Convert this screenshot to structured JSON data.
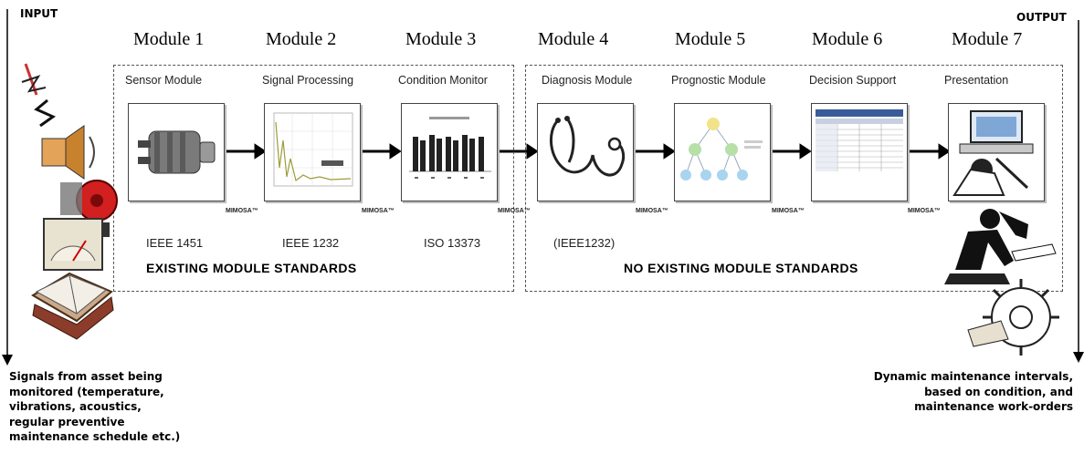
{
  "input_label": "INPUT",
  "output_label": "OUTPUT",
  "modules": [
    {
      "title": "Module 1",
      "subtitle": "Sensor Module",
      "image": "sensor-device-icon"
    },
    {
      "title": "Module 2",
      "subtitle": "Signal Processing",
      "image": "signal-plot-icon"
    },
    {
      "title": "Module 3",
      "subtitle": "Condition Monitor",
      "image": "bar-chart-icon"
    },
    {
      "title": "Module 4",
      "subtitle": "Diagnosis Module",
      "image": "stethoscope-icon"
    },
    {
      "title": "Module 5",
      "subtitle": "Prognostic Module",
      "image": "tree-diagram-icon"
    },
    {
      "title": "Module 6",
      "subtitle": "Decision Support",
      "image": "spreadsheet-icon"
    },
    {
      "title": "Module 7",
      "subtitle": "Presentation",
      "image": "presentation-icon"
    }
  ],
  "mimosa_label": "MIMOSA™",
  "standards": [
    "IEEE 1451",
    "IEEE 1232",
    "ISO 13373",
    "(IEEE1232)"
  ],
  "existing_heading": "EXISTING MODULE STANDARDS",
  "no_existing_heading": "NO EXISTING MODULE STANDARDS",
  "input_note_lines": [
    "Signals from asset being",
    "monitored (temperature,",
    "vibrations, acoustics,",
    "regular preventive",
    "maintenance schedule etc.)"
  ],
  "output_note_lines": [
    "Dynamic maintenance intervals,",
    "based on condition, and",
    "maintenance work-orders"
  ],
  "input_icons": [
    "antenna-icon",
    "speaker-icon",
    "alarm-bell-icon",
    "gauge-icon",
    "notebook-icon"
  ],
  "output_icons": [
    "operator-icon",
    "mechanic-icon",
    "gear-icon"
  ]
}
